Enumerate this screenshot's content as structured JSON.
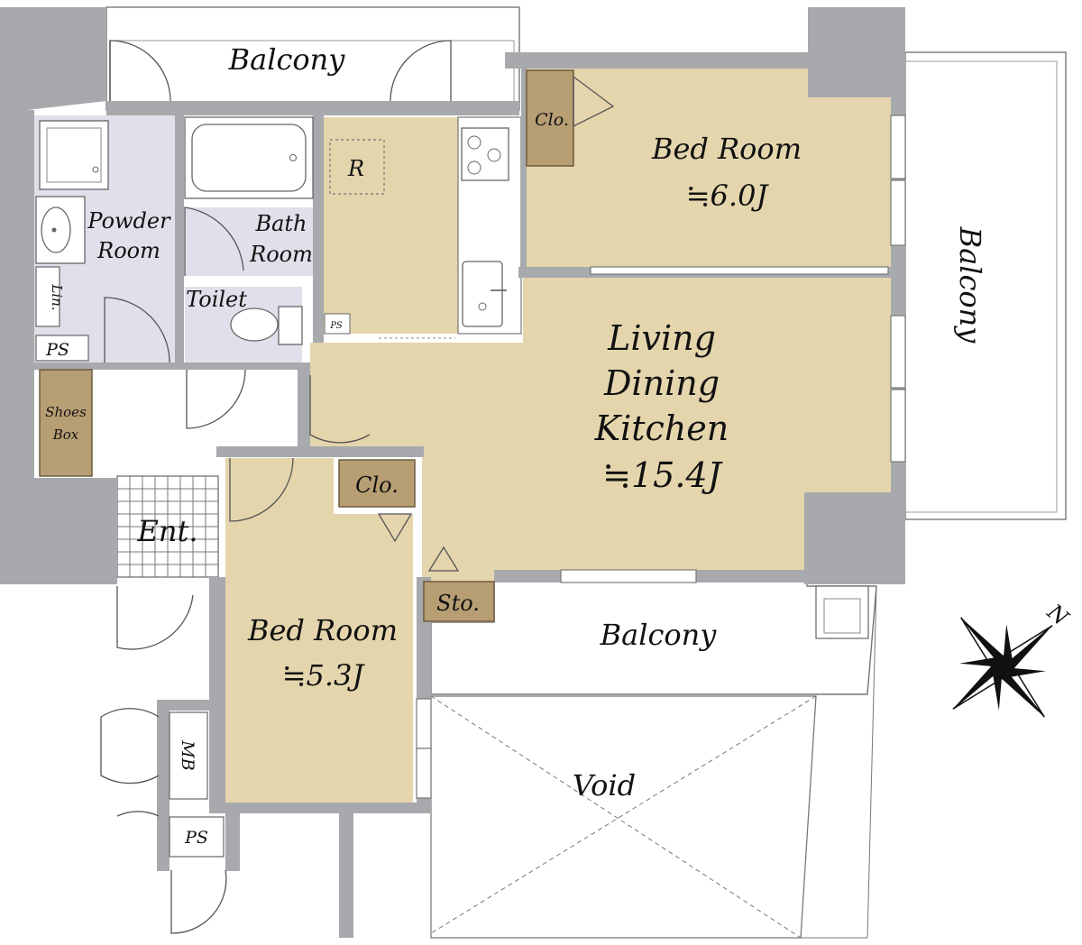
{
  "rooms": {
    "bed_room_1": {
      "name": "Bed Room",
      "size": "≒6.0J"
    },
    "bed_room_2": {
      "name": "Bed Room",
      "size": "≒5.3J"
    },
    "ldk": {
      "line1": "Living",
      "line2": "Dining",
      "line3": "Kitchen",
      "size": "≒15.4J"
    },
    "powder_room": {
      "line1": "Powder",
      "line2": "Room"
    },
    "bath_room": {
      "line1": "Bath",
      "line2": "Room"
    },
    "toilet": "Toilet",
    "entrance": "Ent.",
    "void": "Void"
  },
  "balconies": {
    "top": "Balcony",
    "right": "Balcony",
    "bottom": "Balcony"
  },
  "storage": {
    "clo_1": "Clo.",
    "clo_2": "Clo.",
    "sto": "Sto.",
    "shoes_box": {
      "line1": "Shoes",
      "line2": "Box"
    },
    "lin": "Lin.",
    "mb": "MB",
    "ps_1": "PS",
    "ps_2": "PS",
    "ps_3": "PS",
    "refrigerator": "R"
  },
  "compass": {
    "north_label": "N"
  },
  "colors": {
    "floor_wood": "#e4d5ad",
    "floor_wet": "#dfe0ea",
    "storage": "#b79e73",
    "wall": "#a7a9ac"
  }
}
